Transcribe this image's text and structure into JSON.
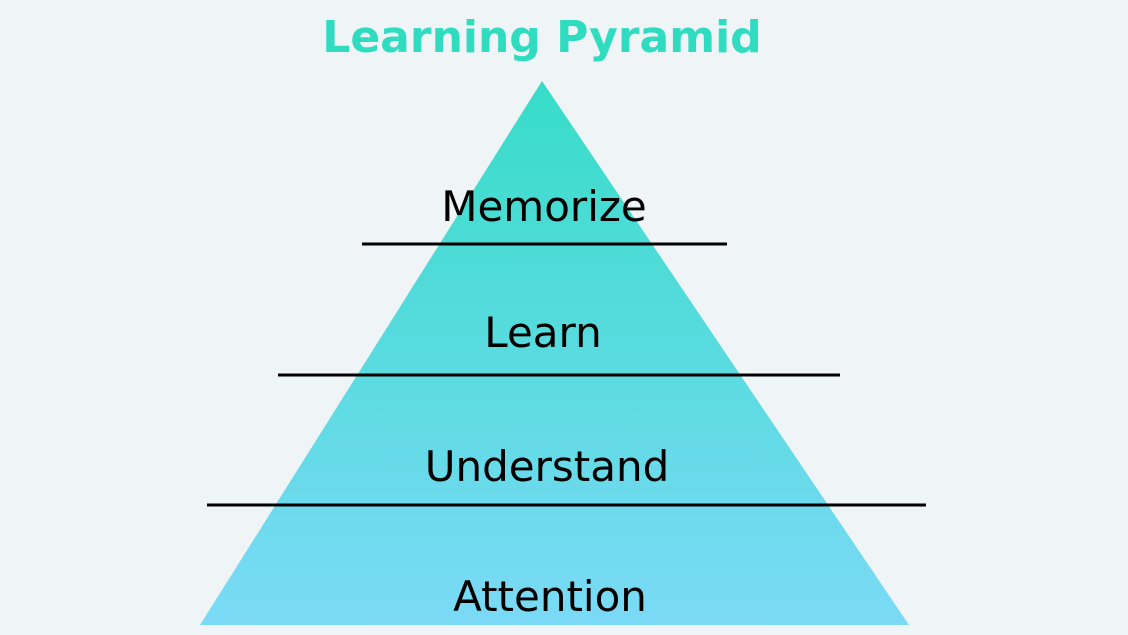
{
  "title": "Learning Pyramid",
  "colors": {
    "title": "#2fdcc0",
    "top": "#37dcc8",
    "bottom": "#7bdaf6",
    "background": "#eff4f7",
    "line": "#000000"
  },
  "tiers": [
    {
      "label": "Memorize"
    },
    {
      "label": "Learn"
    },
    {
      "label": "Understand"
    },
    {
      "label": "Attention"
    }
  ]
}
